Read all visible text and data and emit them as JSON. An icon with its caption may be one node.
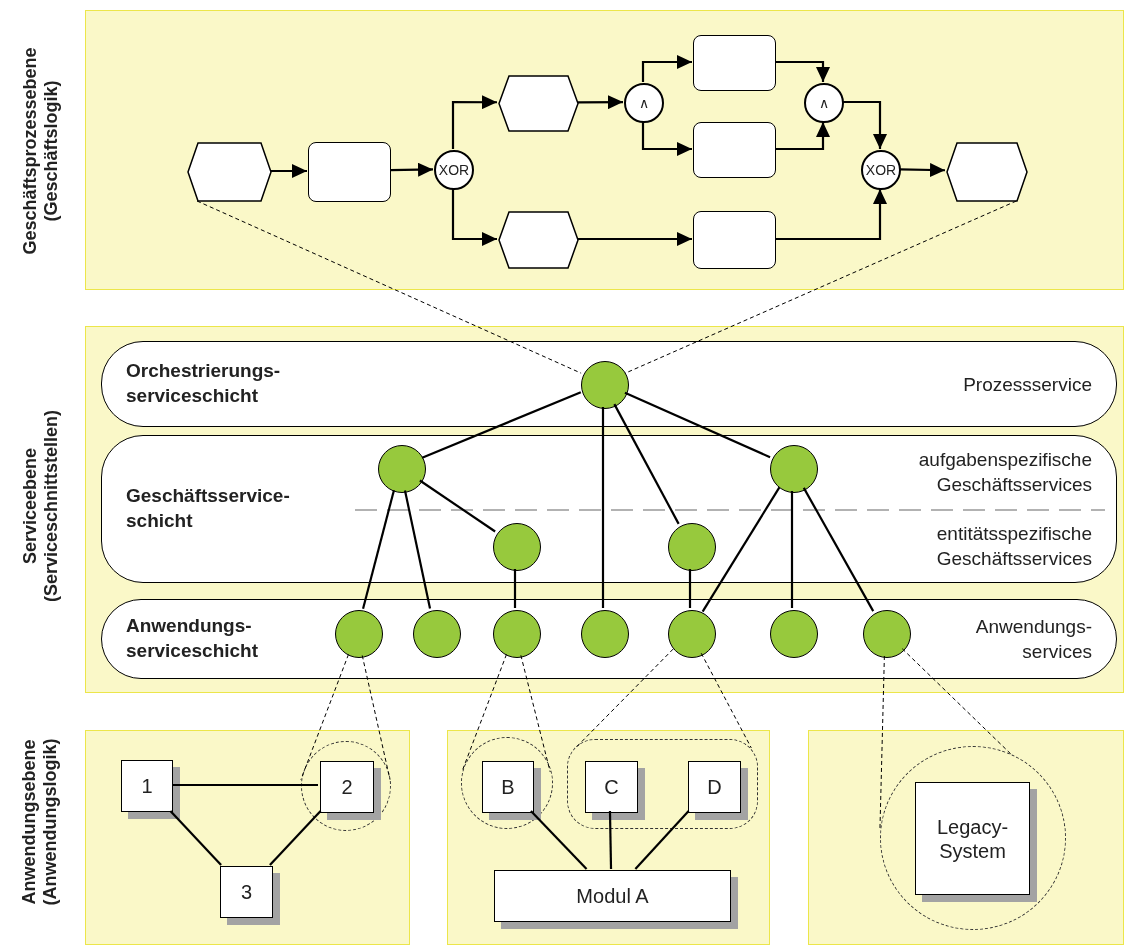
{
  "diagram": {
    "nodes": [
      {
        "text": [
          "Geschäftsprozessebene (Geschäftslogik)"
        ]
      },
      {
        "text": [],
        "shape": "hexagon",
        "in": 0
      },
      {
        "text": [],
        "shape": "box",
        "in": 0
      },
      {
        "text": [
          "XOR"
        ],
        "in": 0
      },
      {
        "text": [],
        "shape": "hexagon",
        "in": 0
      },
      {
        "text": [
          "∧"
        ],
        "in": 0
      },
      {
        "text": [],
        "shape": "box",
        "in": 0
      },
      {
        "text": [],
        "shape": "box",
        "in": 0
      },
      {
        "text": [
          "∧"
        ],
        "in": 0
      },
      {
        "text": [],
        "shape": "hexagon",
        "in": 0
      },
      {
        "text": [],
        "shape": "box",
        "in": 0
      },
      {
        "text": [
          "XOR"
        ],
        "in": 0
      },
      {
        "text": [],
        "shape": "hexagon",
        "in": 0
      },
      {
        "text": [
          "Serviceebene (Serviceschnittstellen)"
        ]
      },
      {
        "text": [
          "Orchestrierungs- serviceschicht",
          "Prozessservice"
        ],
        "in": 13
      },
      {
        "text": [
          "Geschäftsservice- schicht",
          "aufgabenspezifische Geschäftsservices",
          "entitätsspezifische Geschäftsservices"
        ],
        "in": 13
      },
      {
        "text": [
          "Anwendungs- serviceschicht",
          "Anwendungs- services"
        ],
        "in": 13
      },
      {
        "text": [],
        "shape": "circle",
        "in": 14
      },
      {
        "text": [],
        "shape": "circle",
        "in": 15
      },
      {
        "text": [],
        "shape": "circle",
        "in": 15
      },
      {
        "text": [],
        "shape": "circle",
        "in": 15
      },
      {
        "text": [],
        "shape": "circle",
        "in": 15
      },
      {
        "text": [],
        "shape": "circle",
        "in": 16
      },
      {
        "text": [],
        "shape": "circle",
        "in": 16
      },
      {
        "text": [],
        "shape": "circle",
        "in": 16
      },
      {
        "text": [],
        "shape": "circle",
        "in": 16
      },
      {
        "text": [],
        "shape": "circle",
        "in": 16
      },
      {
        "text": [],
        "shape": "circle",
        "in": 16
      },
      {
        "text": [],
        "shape": "circle",
        "in": 16
      },
      {
        "text": [],
        "shape": "box"
      },
      {
        "text": [
          "1"
        ],
        "in": 29
      },
      {
        "text": [],
        "shape": "circle",
        "in": 29
      },
      {
        "text": [
          "2"
        ],
        "in": 31
      },
      {
        "text": [
          "3"
        ],
        "in": 29
      },
      {
        "text": [],
        "shape": "box"
      },
      {
        "text": [],
        "shape": "circle",
        "in": 34
      },
      {
        "text": [
          "B"
        ],
        "in": 35
      },
      {
        "text": [],
        "shape": "box",
        "in": 34
      },
      {
        "text": [
          "C"
        ],
        "in": 37
      },
      {
        "text": [
          "D"
        ],
        "in": 37
      },
      {
        "text": [
          "Modul A"
        ],
        "in": 34
      },
      {
        "text": [],
        "shape": "box"
      },
      {
        "text": [],
        "shape": "circle",
        "in": 41
      },
      {
        "text": [
          "Legacy- System"
        ],
        "in": 42
      }
    ],
    "edges": [
      {
        "from": 1,
        "to": 2,
        "arrow": "to"
      },
      {
        "from": 2,
        "to": 3,
        "arrow": "to"
      },
      {
        "from": 3,
        "to": 4,
        "arrow": "to"
      },
      {
        "from": 3,
        "to": 9,
        "arrow": "to"
      },
      {
        "from": 4,
        "to": 5,
        "arrow": "to"
      },
      {
        "from": 5,
        "to": 6,
        "arrow": "to"
      },
      {
        "from": 5,
        "to": 7,
        "arrow": "to"
      },
      {
        "from": 6,
        "to": 8,
        "arrow": "to"
      },
      {
        "from": 7,
        "to": 8,
        "arrow": "to"
      },
      {
        "from": 9,
        "to": 10,
        "arrow": "to"
      },
      {
        "from": 10,
        "to": 11,
        "arrow": "to"
      },
      {
        "from": 8,
        "to": 11,
        "arrow": "to"
      },
      {
        "from": 11,
        "to": 12,
        "arrow": "to"
      },
      {
        "from": 1,
        "to": 17,
        "arrow": "none",
        "style": "dashed"
      },
      {
        "from": 12,
        "to": 17,
        "arrow": "none",
        "style": "dashed"
      },
      {
        "from": 17,
        "to": 18,
        "arrow": "none"
      },
      {
        "from": 17,
        "to": 25,
        "arrow": "none"
      },
      {
        "from": 17,
        "to": 21,
        "arrow": "none"
      },
      {
        "from": 17,
        "to": 19,
        "arrow": "none"
      },
      {
        "from": 18,
        "to": 22,
        "arrow": "none"
      },
      {
        "from": 18,
        "to": 23,
        "arrow": "none"
      },
      {
        "from": 18,
        "to": 20,
        "arrow": "none"
      },
      {
        "from": 20,
        "to": 24,
        "arrow": "none"
      },
      {
        "from": 21,
        "to": 26,
        "arrow": "none"
      },
      {
        "from": 19,
        "to": 26,
        "arrow": "none"
      },
      {
        "from": 19,
        "to": 27,
        "arrow": "none"
      },
      {
        "from": 19,
        "to": 28,
        "arrow": "none"
      },
      {
        "from": 22,
        "to": 31,
        "arrow": "none",
        "style": "dashed"
      },
      {
        "from": 22,
        "to": 31,
        "arrow": "none",
        "style": "dashed"
      },
      {
        "from": 24,
        "to": 35,
        "arrow": "none",
        "style": "dashed"
      },
      {
        "from": 24,
        "to": 35,
        "arrow": "none",
        "style": "dashed"
      },
      {
        "from": 26,
        "to": 37,
        "arrow": "none",
        "style": "dashed"
      },
      {
        "from": 26,
        "to": 37,
        "arrow": "none",
        "style": "dashed"
      },
      {
        "from": 28,
        "to": 42,
        "arrow": "none",
        "style": "dashed"
      },
      {
        "from": 28,
        "to": 42,
        "arrow": "none",
        "style": "dashed"
      },
      {
        "from": 30,
        "to": 32,
        "arrow": "none"
      },
      {
        "from": 30,
        "to": 33,
        "arrow": "none"
      },
      {
        "from": 32,
        "to": 33,
        "arrow": "none"
      },
      {
        "from": 36,
        "to": 40,
        "arrow": "none"
      },
      {
        "from": 38,
        "to": 40,
        "arrow": "none"
      },
      {
        "from": 39,
        "to": 40,
        "arrow": "none"
      }
    ],
    "labels": [
      "Anwendungsebene (Anwendungslogik)"
    ]
  }
}
